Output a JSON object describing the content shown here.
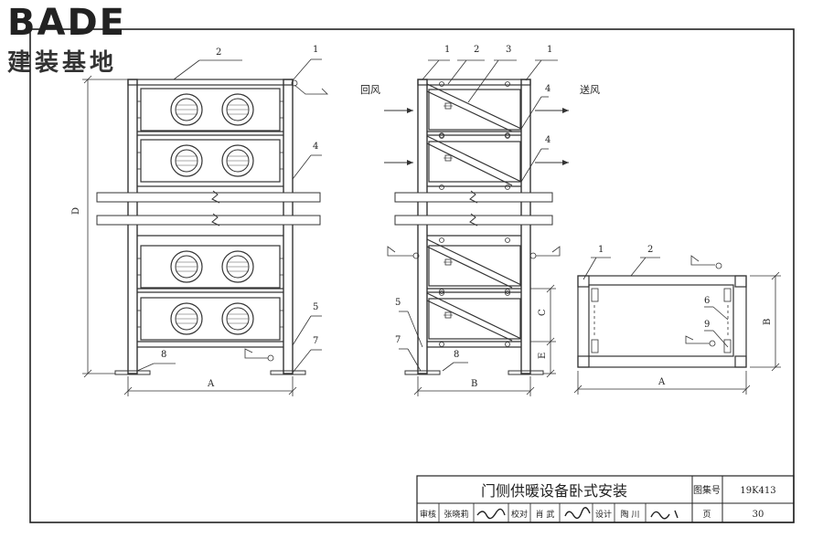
{
  "logo": {
    "main": "BADE",
    "sub": "建装基地"
  },
  "labels": {
    "return_air": "回风",
    "supply_air": "送风",
    "dim_D": "D",
    "dim_A_left": "A",
    "dim_B_mid": "B",
    "dim_C": "C",
    "dim_E": "E",
    "dim_A_right": "A",
    "dim_B_right": "B",
    "left": {
      "n1": "1",
      "n2": "2",
      "n4": "4",
      "n5": "5",
      "n7": "7",
      "n8": "8"
    },
    "mid": {
      "n1a": "1",
      "n2": "2",
      "n3": "3",
      "n1b": "1",
      "n4a": "4",
      "n4b": "4",
      "n5": "5",
      "n7": "7",
      "n8": "8"
    },
    "right": {
      "n1": "1",
      "n2": "2",
      "n6": "6",
      "n9": "9"
    }
  },
  "title_block": {
    "title": "门侧供暖设备卧式安装",
    "atlas_label": "图集号",
    "atlas_no": "19K413",
    "review_label": "审核",
    "review_name": "张晓莉",
    "check_label": "校对",
    "check_name": "肖 武",
    "design_label": "设计",
    "design_name": "陶 川",
    "page_label": "页",
    "page_no": "30"
  },
  "colors": {
    "line": "#3a3a3a",
    "frame": "#222222",
    "bg": "#ffffff"
  }
}
